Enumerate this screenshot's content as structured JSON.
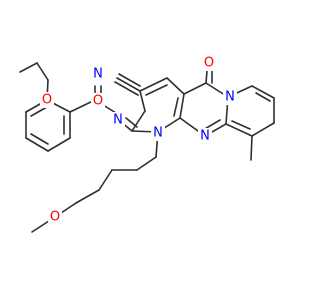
{
  "molecule": {
    "atoms": {
      "nitrile_n": {
        "symbol": "N",
        "color": "#0000ff"
      },
      "carbonyl_o": {
        "symbol": "O",
        "color": "#ff0000"
      },
      "amide_o": {
        "symbol": "O",
        "color": "#ff0000"
      },
      "ether_o": {
        "symbol": "O",
        "color": "#ff0000"
      },
      "imine_n": {
        "symbol": "N",
        "color": "#0000ff"
      },
      "pyridine_n": {
        "symbol": "N",
        "color": "#0000ff"
      },
      "ring_n": {
        "symbol": "N",
        "color": "#0000ff"
      },
      "alkyl_n": {
        "symbol": "N",
        "color": "#0000ff"
      },
      "methoxy_o": {
        "symbol": "O",
        "color": "#ff0000"
      }
    }
  }
}
